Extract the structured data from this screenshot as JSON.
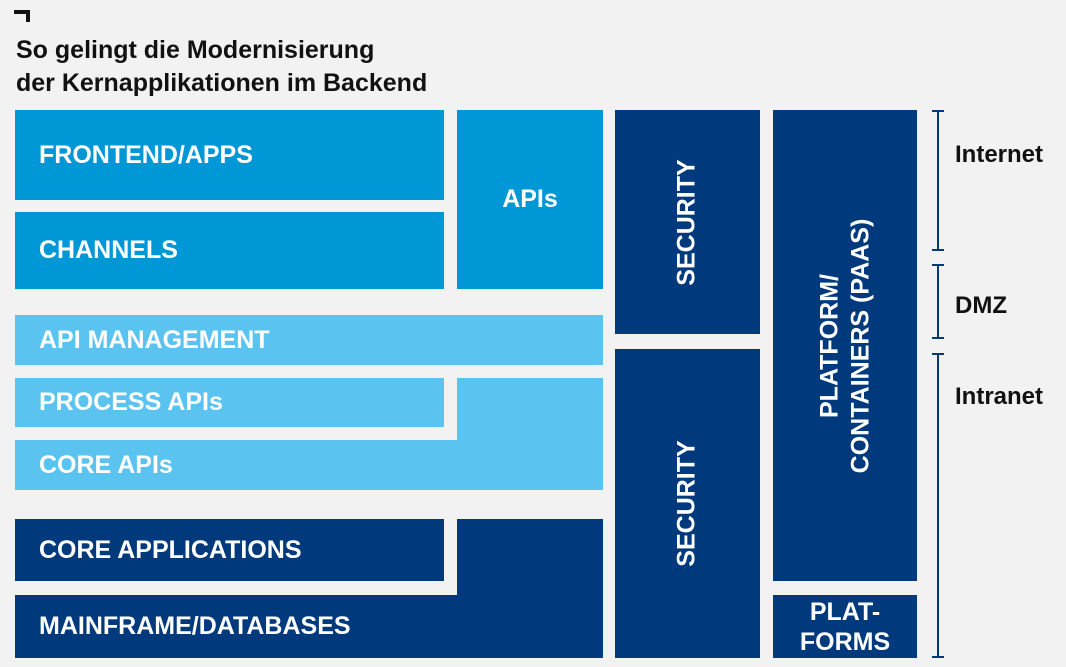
{
  "title": {
    "line1": "So gelingt die Modernisierung",
    "line2": "der Kernapplikationen im Backend"
  },
  "blocks": {
    "frontend": "FRONTEND/APPS",
    "channels": "CHANNELS",
    "apis": "APIs",
    "api_management": "API MANAGEMENT",
    "process_apis": "PROCESS APIs",
    "core_apis": "CORE APIs",
    "core_applications": "CORE APPLICATIONS",
    "mainframe": "MAINFRAME/DATABASES",
    "security_top": "SECURITY",
    "security_bottom": "SECURITY",
    "platform_line1": "PLATFORM/",
    "platform_line2": "CONTAINERS (PAAS)",
    "platforms_line1": "PLAT-",
    "platforms_line2": "FORMS"
  },
  "zones": {
    "internet": "Internet",
    "dmz": "DMZ",
    "intranet": "Intranet"
  },
  "colors": {
    "medium_blue": "#0097d6",
    "light_blue": "#5bc3f0",
    "dark_blue": "#003a7d",
    "background": "#f2f2f2"
  }
}
